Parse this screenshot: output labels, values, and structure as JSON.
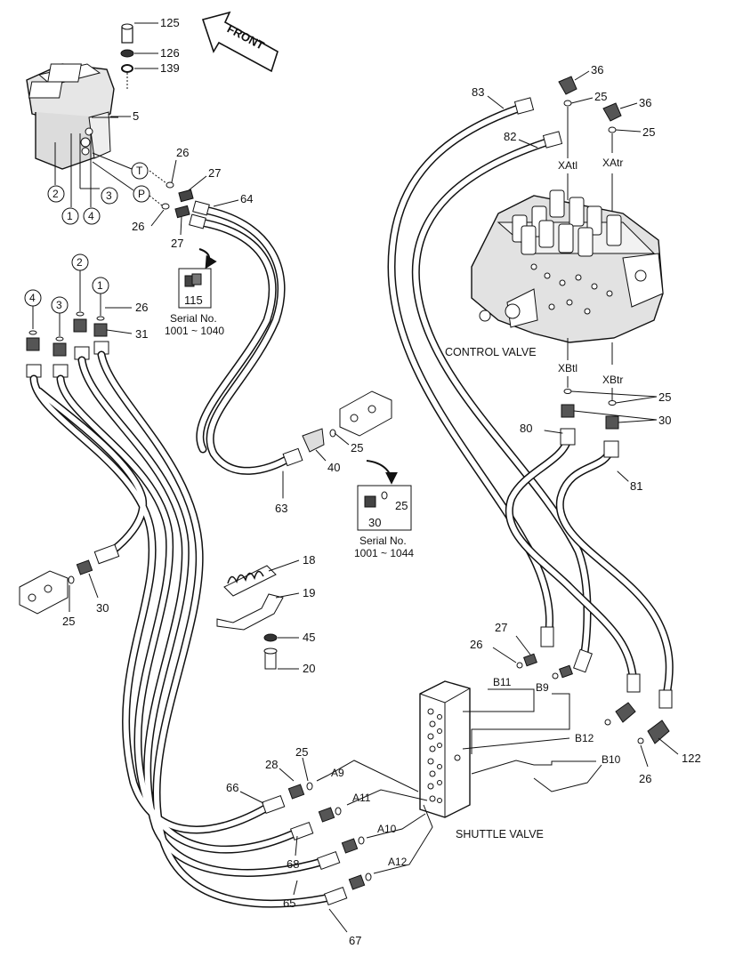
{
  "front_arrow": {
    "text": "FRONT"
  },
  "captions": {
    "control_valve": "CONTROL VALVE",
    "shuttle_valve": "SHUTTLE VALVE"
  },
  "ports": {
    "T": "T",
    "P": "P",
    "XAtl": "XAtl",
    "XAtr": "XAtr",
    "XBtl": "XBtl",
    "XBtr": "XBtr",
    "B11": "B11",
    "B9": "B9",
    "B12": "B12",
    "B10": "B10",
    "A9": "A9",
    "A11": "A11",
    "A10": "A10",
    "A12": "A12"
  },
  "circled_numbers": {
    "pilot_1": "1",
    "pilot_2": "2",
    "pilot_3": "3",
    "pilot_4": "4",
    "hose_1": "1",
    "hose_2": "2",
    "hose_3": "3",
    "hose_4": "4"
  },
  "serial_boxes": {
    "top": {
      "part": "115",
      "line1": "Serial No.",
      "line2": "1001 ~ 1040"
    },
    "middle": {
      "part1": "30",
      "part2": "25",
      "line1": "Serial No.",
      "line2": "1001 ~ 1044"
    }
  },
  "callouts": {
    "c125": "125",
    "c126": "126",
    "c139": "139",
    "c5": "5",
    "c26a": "26",
    "c27a": "27",
    "c26b": "26",
    "c27b": "27",
    "c64": "64",
    "c26c": "26",
    "c31": "31",
    "c83": "83",
    "c82": "82",
    "c36a": "36",
    "c25a": "25",
    "c36b": "36",
    "c25b": "25",
    "c25c": "25",
    "c30a": "30",
    "c80": "80",
    "c81": "81",
    "c25d": "25",
    "c40": "40",
    "c63": "63",
    "c18": "18",
    "c19": "19",
    "c45": "45",
    "c20": "20",
    "c25e": "25",
    "c30b": "30",
    "c27c": "27",
    "c26d": "26",
    "c122": "122",
    "c26e": "26",
    "c28": "28",
    "c25f": "25",
    "c66": "66",
    "c68": "68",
    "c65": "65",
    "c67": "67"
  }
}
